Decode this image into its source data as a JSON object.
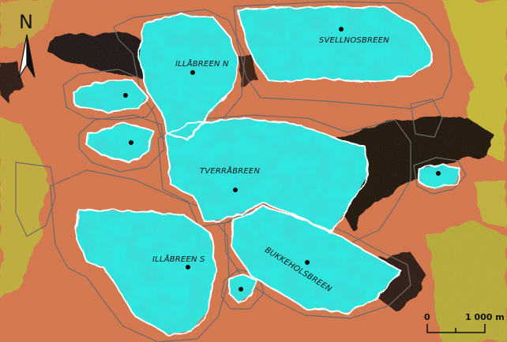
{
  "north_arrow": {
    "label": "N"
  },
  "scale_bar": {
    "start_label": "0",
    "end_label": "1 000 m"
  },
  "glaciers": [
    {
      "id": "illabreen-n",
      "name": "ILLÅBREEN N"
    },
    {
      "id": "svellnosbreen",
      "name": "SVELLNOSBREEN"
    },
    {
      "id": "tverrabreen",
      "name": "TVERRÅBREEN"
    },
    {
      "id": "bukkeholsbreen",
      "name": "BUKKEHOLSBREEN"
    },
    {
      "id": "illabreen-s",
      "name": "ILLÅBREEN S"
    }
  ],
  "colors": {
    "terrain": "#d97a50",
    "vegetation": "#c8bf3a",
    "shadow": "#1a1210",
    "glacier_ice": "#2ee8e0",
    "glacier_outline": "#ffffff",
    "basin_outline": "#6a6a6a"
  }
}
